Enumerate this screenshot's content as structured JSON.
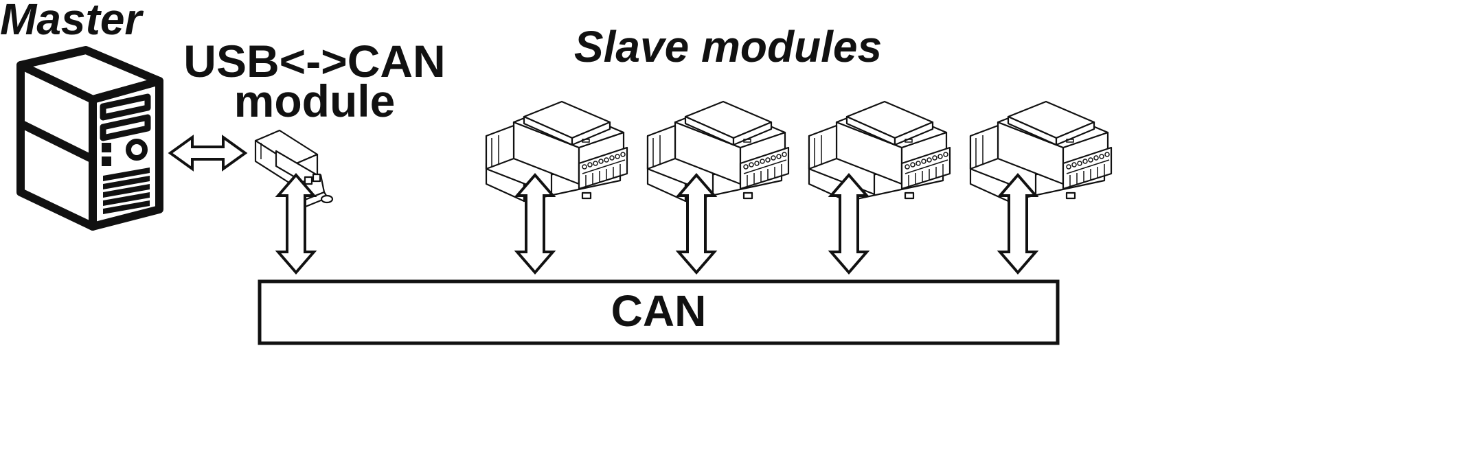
{
  "labels": {
    "master": "Master",
    "converter_line1": "USB<->CAN",
    "converter_line2": "module",
    "slaves": "Slave modules",
    "bus": "CAN"
  },
  "slave_count": 4,
  "colors": {
    "stroke": "#111111",
    "background": "#ffffff"
  },
  "icons": [
    "computer-tower-icon",
    "din-rail-converter-icon",
    "din-rail-module-icon"
  ]
}
